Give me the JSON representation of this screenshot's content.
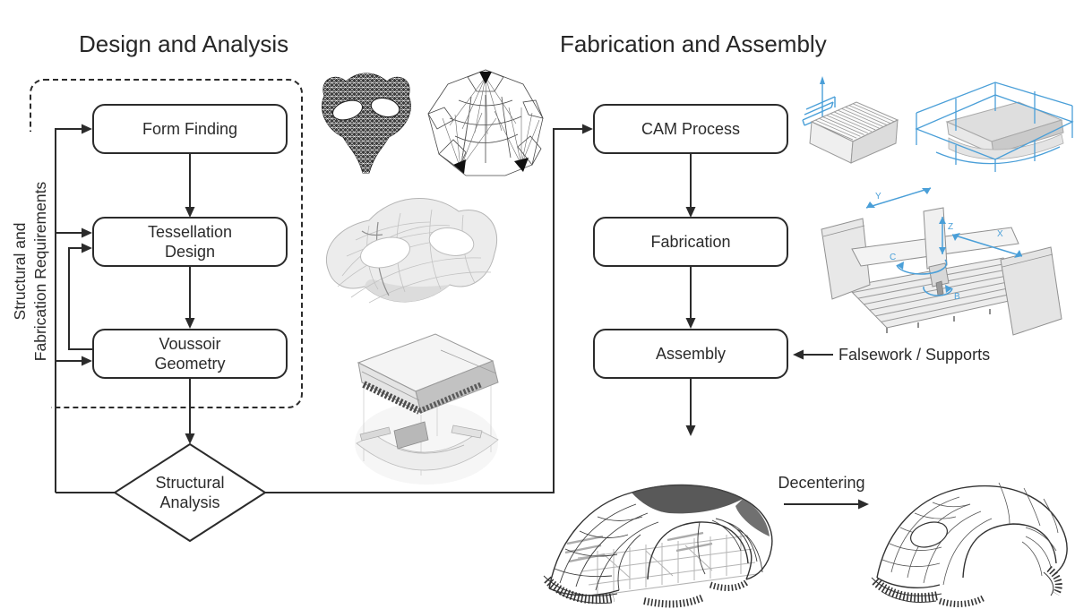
{
  "design": {
    "title": "Design and Analysis",
    "requirements_label": "Structural and\nFabrication Requirements",
    "steps": [
      "Form Finding",
      "Tessellation\nDesign",
      "Voussoir\nGeometry"
    ],
    "decision": "Structural\nAnalysis"
  },
  "fabrication": {
    "title": "Fabrication and Assembly",
    "steps": [
      "CAM Process",
      "Fabrication",
      "Assembly"
    ],
    "falsework_label": "Falsework / Supports",
    "decentering_label": "Decentering"
  },
  "machine_axes": {
    "x": "X",
    "y": "Y",
    "z": "Z",
    "c": "C",
    "b": "B"
  },
  "palette": {
    "line": "#2b2b2b",
    "accent_blue": "#4a9fd8",
    "gray_light": "#ededed",
    "gray_mid": "#c6c6c6",
    "mesh_dark": "#3f3f3f"
  },
  "icons": {
    "form_diagram": "form-finding-mesh",
    "force_diagram": "force-diagram-wireframe",
    "tessellation_shell": "tessellated-shell",
    "voussoir_exploded": "voussoir-exploded-view",
    "cam_block": "cam-sawing-block",
    "cam_wire": "cam-wire-cutting",
    "cnc_machine": "five-axis-saw-machine",
    "assembly_vault": "vault-on-falsework",
    "final_vault": "completed-vault"
  }
}
